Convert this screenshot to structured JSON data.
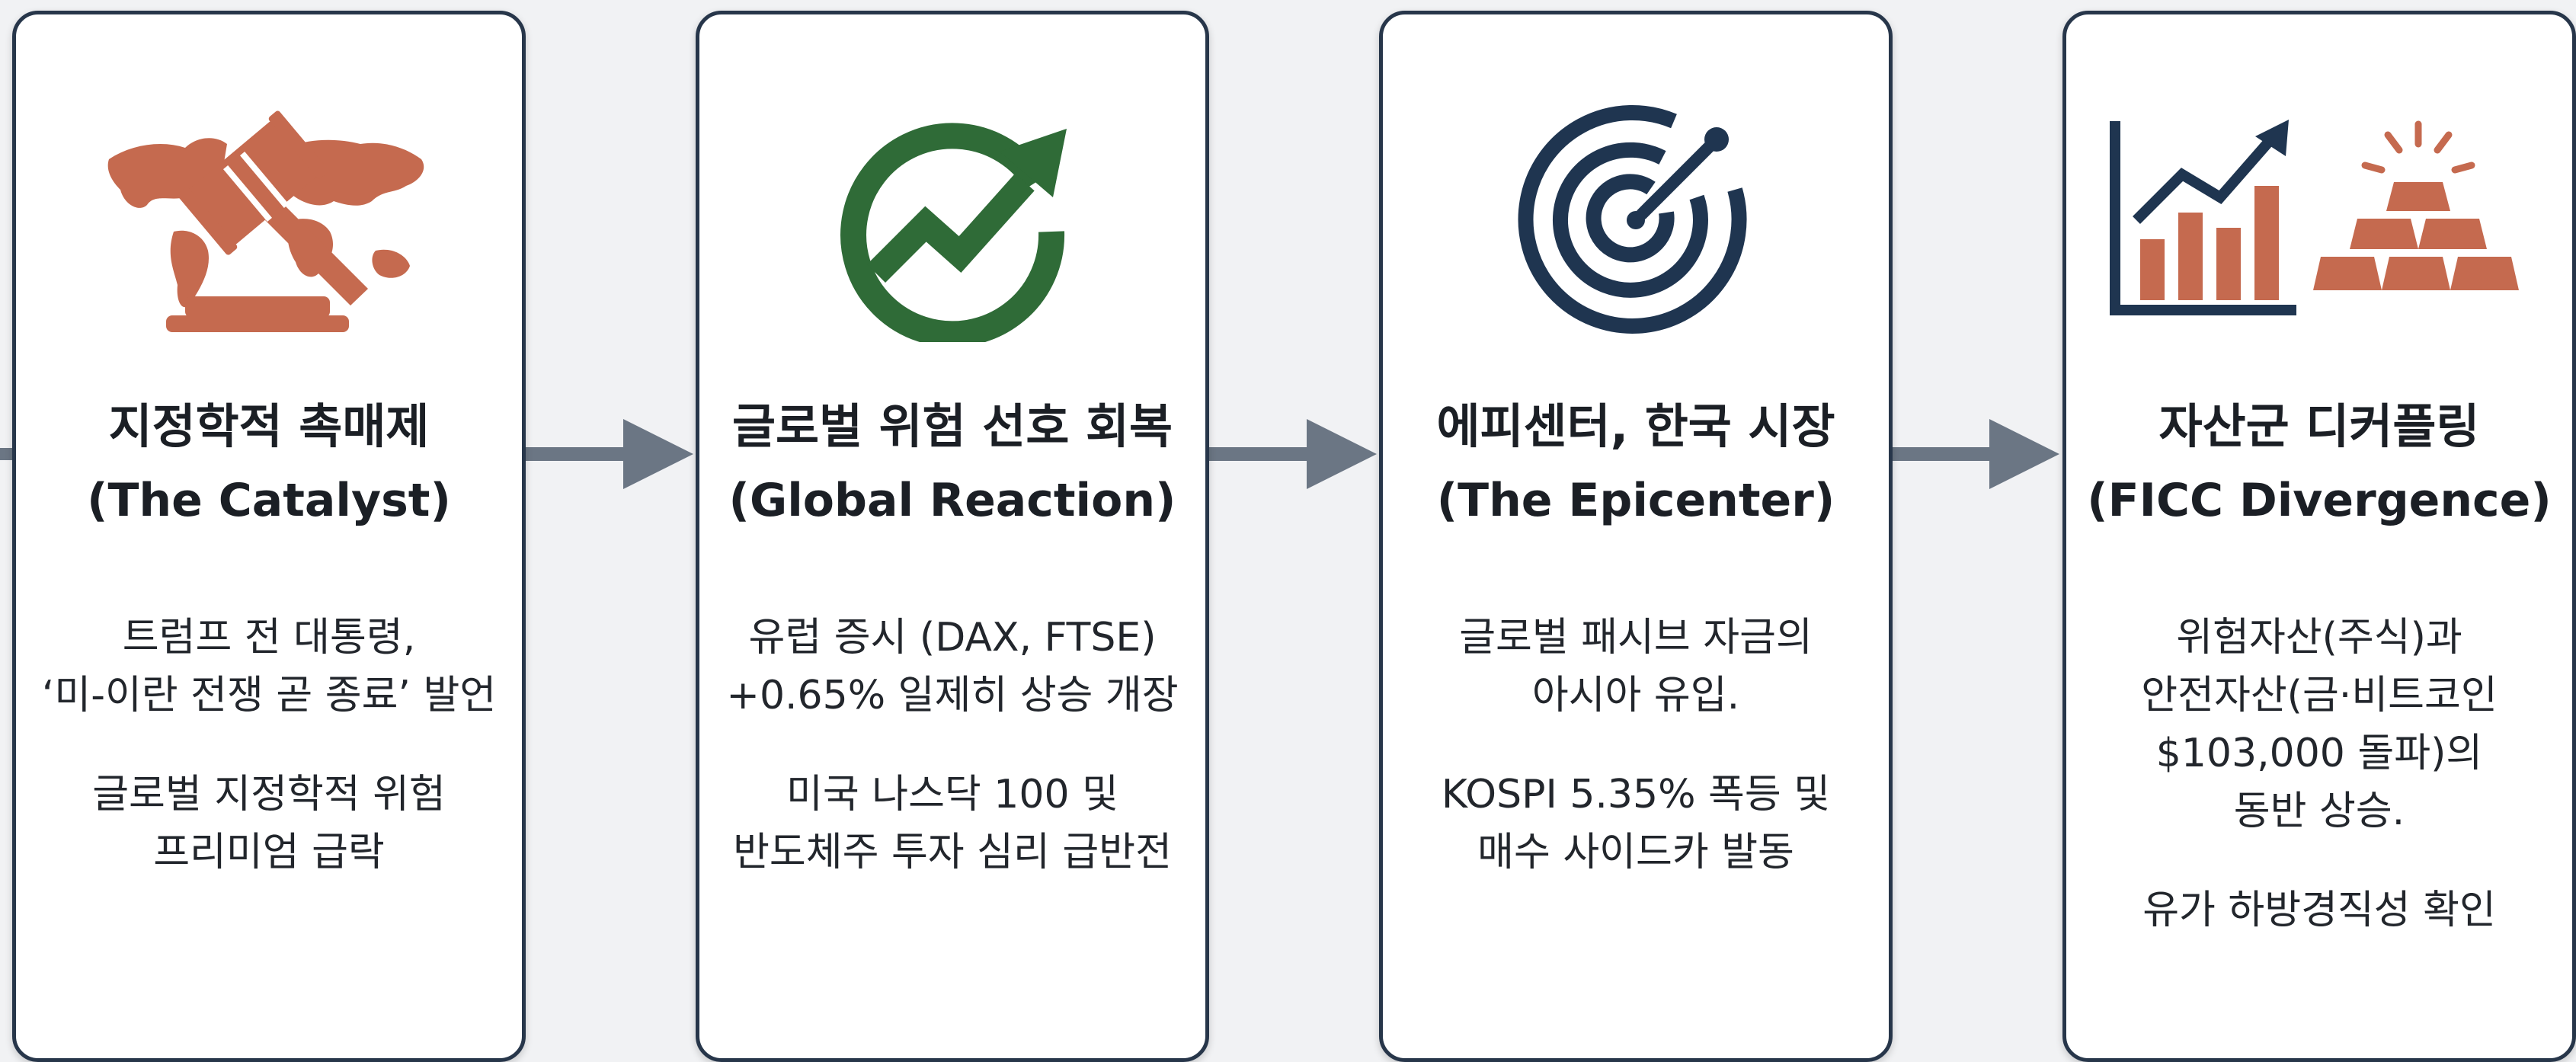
{
  "colors": {
    "border": "#27364a",
    "arrow": "#6b7684",
    "copper": "#c56a4f",
    "green": "#2f6b37",
    "navy": "#1f3550"
  },
  "cards": [
    {
      "icon": "gavel-over-world-map-icon",
      "title": "지정학적 촉매제",
      "subtitle": "(The Catalyst)",
      "paragraphs": [
        [
          "트럼프 전 대통령,",
          "‘미-이란 전쟁 곧 종료’ 발언"
        ],
        [
          "글로벌 지정학적 위험",
          "프리미엄 급락"
        ]
      ]
    },
    {
      "icon": "circular-growth-arrow-icon",
      "title": "글로벌 위험 선호 회복",
      "subtitle": "(Global Reaction)",
      "paragraphs": [
        [
          "유럽 증시 (DAX, FTSE)",
          "+0.65% 일제히 상승 개장"
        ],
        [
          "미국 나스닥 100 및",
          "반도체주 투자 심리 급반전"
        ]
      ]
    },
    {
      "icon": "target-bullseye-icon",
      "title": "에피센터, 한국 시장",
      "subtitle": "(The Epicenter)",
      "paragraphs": [
        [
          "글로벌 패시브 자금의",
          "아시아 유입."
        ],
        [
          "KOSPI 5.35% 폭등 및",
          "매수 사이드카 발동"
        ]
      ]
    },
    {
      "icon": "bar-chart-and-gold-bars-icon",
      "title": "자산군 디커플링",
      "subtitle": "(FICC Divergence)",
      "paragraphs": [
        [
          "위험자산(주식)과",
          "안전자산(금·비트코인",
          "$103,000 돌파)의",
          "동반 상승."
        ],
        [
          "유가 하방경직성 확인"
        ]
      ]
    }
  ]
}
